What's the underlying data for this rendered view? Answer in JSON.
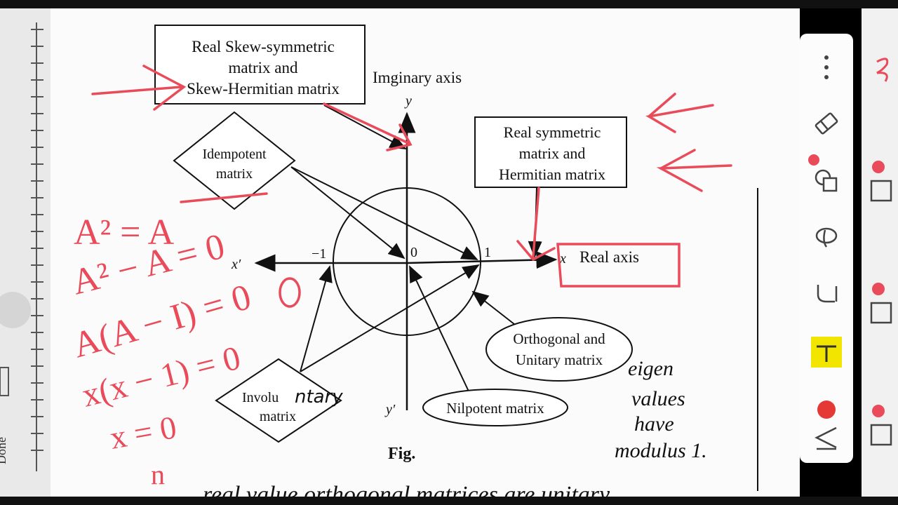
{
  "diagram": {
    "boxes": {
      "skew": [
        "Real Skew-symmetric",
        "matrix and",
        "Skew-Hermitian matrix"
      ],
      "symmetric": [
        "Real symmetric",
        "matrix and",
        "Hermitian matrix"
      ]
    },
    "diamonds": {
      "idempotent": [
        "Idempotent",
        "matrix"
      ],
      "involutary": [
        "Involu",
        "matrix"
      ]
    },
    "ellipses": {
      "orthogonal": [
        "Orthogonal and",
        "Unitary matrix"
      ],
      "nilpotent": "Nilpotent matrix"
    },
    "axes": {
      "imaginary_label": "Imginary axis",
      "real_label": "Real axis",
      "y": "y",
      "y_prime": "y′",
      "x": "x",
      "x_prime": "x′",
      "minus_one": "−1",
      "zero": "0",
      "one": "1"
    },
    "caption": "Fig.",
    "cut_text": "... real value  orthogonal matrices are unitary"
  },
  "annotations": {
    "equations": [
      "A² = A",
      "A² − A = 0",
      "A(A − I) = 0",
      "x(x − 1) = 0",
      "x = 0",
      "n"
    ],
    "involutary_overwrite": "ntary",
    "eigen_note": [
      "eigen",
      "values",
      "have",
      "modulus 1."
    ]
  },
  "left_margin": {
    "vertical_text": "Done"
  },
  "toolbar": {
    "items": [
      "more-icon",
      "eraser-icon",
      "shapes-icon",
      "lasso-icon",
      "underline-icon",
      "highlighter-icon",
      "record-icon",
      "text-icon"
    ],
    "record_color": "#e53935",
    "highlight_color": "#f2e600",
    "ink_color": "#e94b5a"
  },
  "colors": {
    "ink": "#e94b5a",
    "print": "#111111",
    "page": "#fbfbfb"
  }
}
